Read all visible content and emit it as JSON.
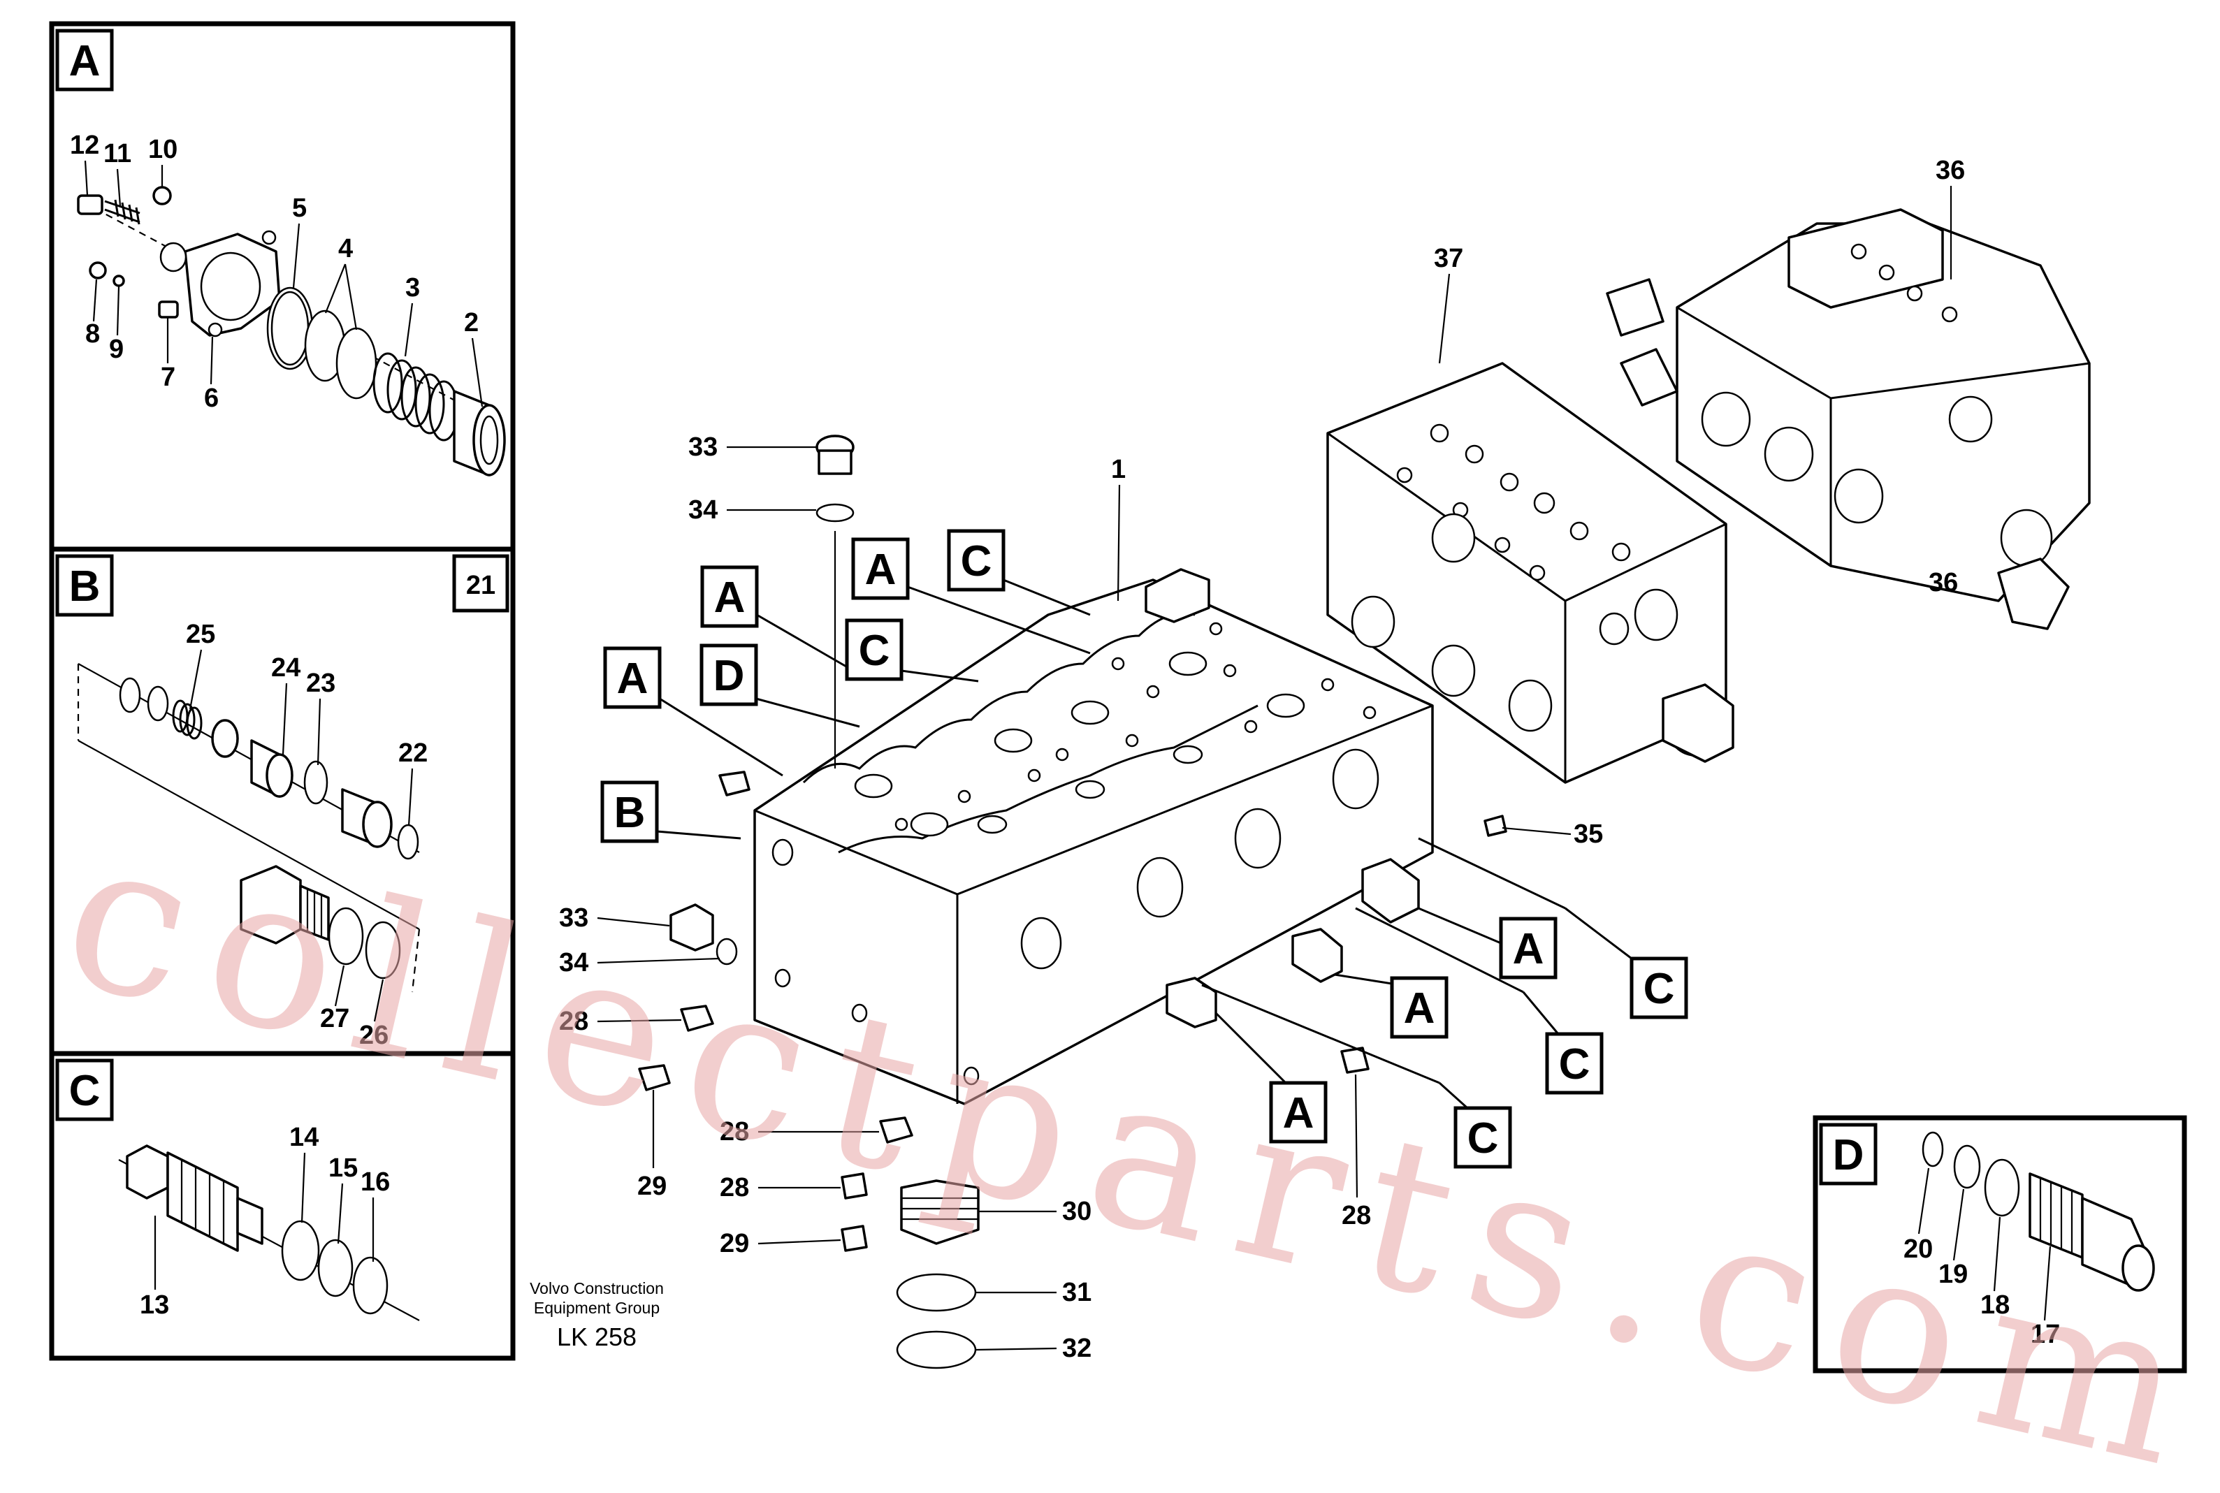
{
  "watermark": "collectparts.com",
  "caption": {
    "line1": "Volvo Construction",
    "line2": "Equipment Group",
    "code": "LK 258"
  },
  "panels": {
    "A": {
      "letter": "A",
      "parts": [
        "12",
        "11",
        "10",
        "5",
        "4",
        "3",
        "2",
        "8",
        "9",
        "7",
        "6"
      ]
    },
    "B": {
      "letter": "B",
      "ref": "21",
      "parts": [
        "25",
        "24",
        "23",
        "22",
        "27",
        "26"
      ]
    },
    "C": {
      "letter": "C",
      "parts": [
        "14",
        "15",
        "16",
        "13"
      ]
    },
    "D": {
      "letter": "D",
      "parts": [
        "20",
        "19",
        "18",
        "17"
      ]
    }
  },
  "main": {
    "ref_letters": [
      "A",
      "C",
      "A",
      "C",
      "A",
      "D",
      "B",
      "A",
      "C",
      "A",
      "C",
      "A",
      "C"
    ],
    "parts": [
      "33",
      "34",
      "1",
      "37",
      "36",
      "36",
      "35",
      "33",
      "34",
      "28",
      "29",
      "28",
      "28",
      "29",
      "30",
      "31",
      "32",
      "28"
    ]
  }
}
